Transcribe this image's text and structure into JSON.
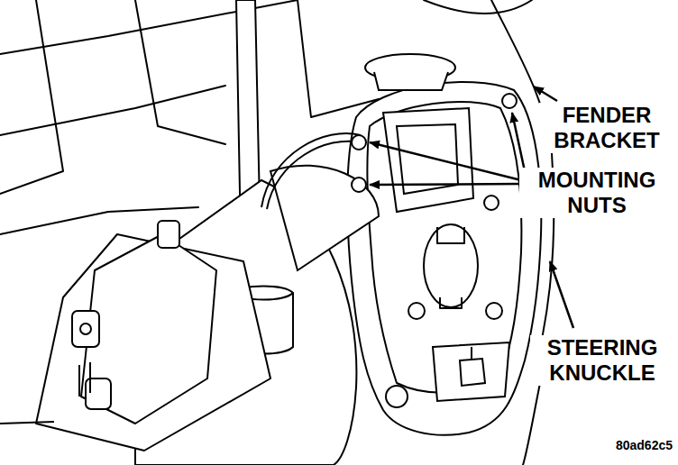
{
  "diagram": {
    "labels": [
      "FENDER BRACKET",
      "MOUNTING NUTS",
      "STEERING KNUCKLE",
      "80ad62c5"
    ]
  }
}
